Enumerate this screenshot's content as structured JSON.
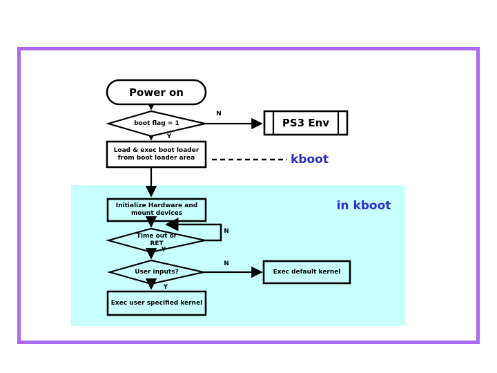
{
  "colors": {
    "frame": "#aa69f0",
    "region": "#c8ffff",
    "blue_text": "#2d2dc0",
    "shape_stroke": "#000000"
  },
  "nodes": {
    "power_on": "Power on",
    "boot_flag": "boot flag = 1",
    "ps3_env": "PS3 Env",
    "loader": [
      "Load & exec boot loader",
      "from boot loader area"
    ],
    "init_hw": [
      "Initialize Hardware and",
      "mount devices"
    ],
    "timeout": [
      "Time out or",
      "RET"
    ],
    "user_inputs": "User inputs?",
    "exec_default": "Exec default kernel",
    "exec_user": "Exec user specified kernel"
  },
  "annotations": {
    "kboot": "kboot",
    "in_kboot": "in kboot"
  },
  "branch_labels": {
    "boot_flag_n": "N",
    "boot_flag_y": "Y",
    "timeout_n": "N",
    "timeout_y": "Y",
    "user_inputs_n": "N",
    "user_inputs_y": "Y"
  }
}
